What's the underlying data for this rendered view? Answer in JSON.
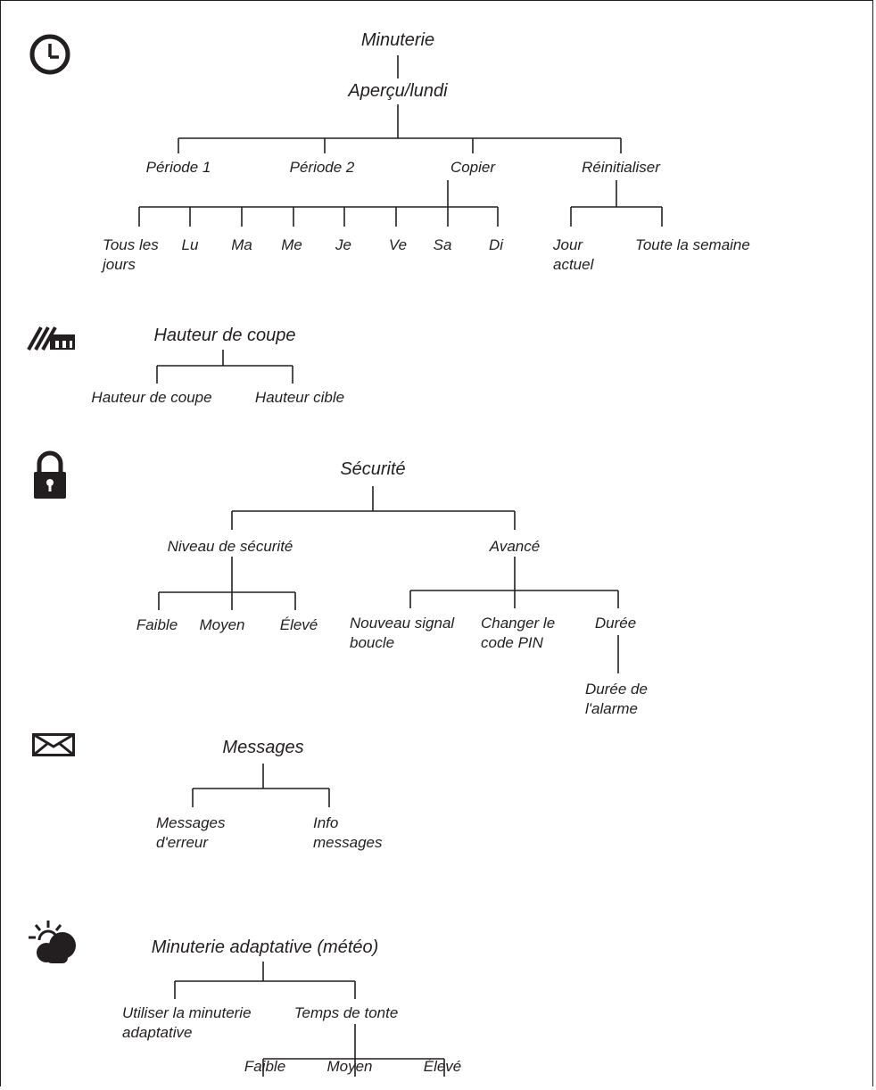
{
  "icons": {
    "timer": "clock-icon",
    "cutting_height": "grass-height-icon",
    "security": "padlock-icon",
    "messages": "envelope-icon",
    "weather": "sun-cloud-icon"
  },
  "timer": {
    "root": "Minuterie",
    "level1": "Aperçu/lundi",
    "periode1": "Période 1",
    "periode2": "Période 2",
    "copier": "Copier",
    "reinitialiser": "Réinitialiser",
    "tous_les_jours": [
      "Tous les",
      "jours"
    ],
    "days": [
      "Lu",
      "Ma",
      "Me",
      "Je",
      "Ve",
      "Sa",
      "Di"
    ],
    "jour_actuel": [
      "Jour",
      "actuel"
    ],
    "toute_la_semaine": "Toute la semaine"
  },
  "cutting_height": {
    "root": "Hauteur de coupe",
    "children": [
      "Hauteur de coupe",
      "Hauteur cible"
    ]
  },
  "security": {
    "root": "Sécurité",
    "niveau": "Niveau de sécurité",
    "avance": "Avancé",
    "levels": [
      "Faible",
      "Moyen",
      "Élevé"
    ],
    "nouveau_signal": [
      "Nouveau signal",
      "boucle"
    ],
    "changer_pin": [
      "Changer le",
      "code PIN"
    ],
    "duree": "Durée",
    "duree_alarme": [
      "Durée de",
      "l'alarme"
    ]
  },
  "messages": {
    "root": "Messages",
    "erreur": [
      "Messages",
      "d'erreur"
    ],
    "info": [
      "Info",
      "messages"
    ]
  },
  "weather": {
    "root": "Minuterie adaptative (météo)",
    "utiliser": [
      "Utiliser la minuterie",
      "adaptative"
    ],
    "temps": "Temps de tonte",
    "levels": [
      "Faible",
      "Moyen",
      "Élevé"
    ]
  }
}
